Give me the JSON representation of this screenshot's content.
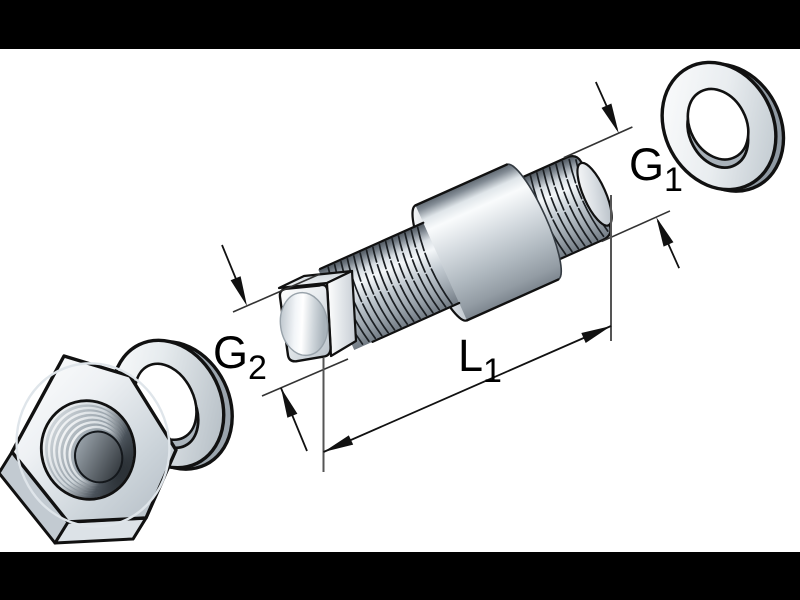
{
  "scene": {
    "background": "#ffffff",
    "letterbox": {
      "color": "#000000"
    }
  },
  "labels": {
    "g1": {
      "base": "G",
      "sub": "1"
    },
    "g2": {
      "base": "G",
      "sub": "2"
    },
    "l1": {
      "base": "L",
      "sub": "1"
    }
  },
  "parts": [
    "hex-nut",
    "washer",
    "square-drive-threaded-stud",
    "washer"
  ],
  "colors": {
    "outline": "#111111",
    "dimension_line": "#111111",
    "extension_line": "#555555",
    "metal_highlight": "#f8fafb",
    "metal_mid": "#c2cad1",
    "metal_shadow": "#6f7982",
    "label_text": "#000000"
  }
}
